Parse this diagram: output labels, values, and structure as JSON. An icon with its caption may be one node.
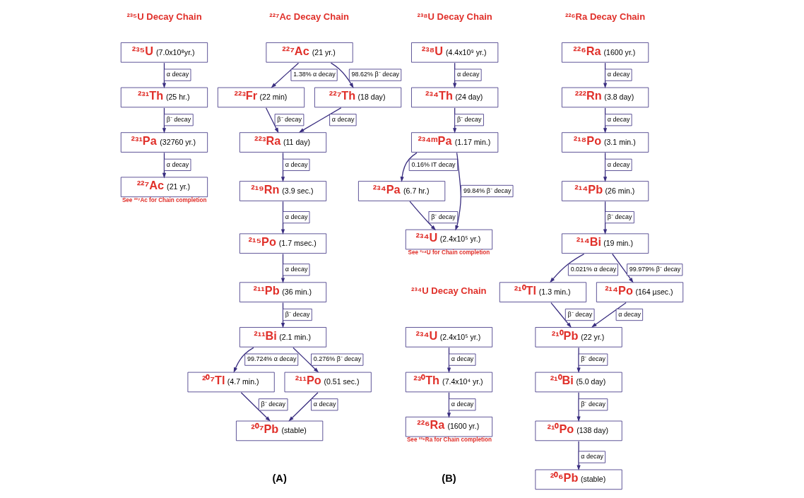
{
  "diagram": {
    "nodes": [
      {
        "text": [
          "²³⁵U",
          "(7.0x10⁸yr.)"
        ]
      },
      {
        "text": [
          "²³¹Th",
          "(25 hr.)"
        ]
      },
      {
        "text": [
          "²³¹Pa",
          "(32760 yr.)"
        ]
      },
      {
        "text": [
          "²²⁷Ac",
          "(21 yr.)"
        ],
        "beside": [
          "See ²²⁷Ac for Chain completion"
        ]
      },
      {
        "text": [
          "²²⁷Ac",
          "(21 yr.)"
        ]
      },
      {
        "text": [
          "²²³Fr",
          "(22 min)"
        ]
      },
      {
        "text": [
          "²²⁷Th",
          "(18 day)"
        ]
      },
      {
        "text": [
          "²²³Ra",
          "(11 day)"
        ]
      },
      {
        "text": [
          "²¹⁹Rn",
          "(3.9 sec.)"
        ]
      },
      {
        "text": [
          "²¹⁵Po",
          "(1.7 msec.)"
        ]
      },
      {
        "text": [
          "²¹¹Pb",
          "(36 min.)"
        ]
      },
      {
        "text": [
          "²¹¹Bi",
          "(2.1 min.)"
        ]
      },
      {
        "text": [
          "²⁰⁷Tl",
          "(4.7 min.)"
        ]
      },
      {
        "text": [
          "²¹¹Po",
          "(0.51 sec.)"
        ]
      },
      {
        "text": [
          "²⁰⁷Pb",
          "(stable)"
        ]
      },
      {
        "text": [
          "²³⁸U",
          "(4.4x10⁹ yr.)"
        ]
      },
      {
        "text": [
          "²³⁴Th",
          "(24 day)"
        ]
      },
      {
        "text": [
          "²³⁴ᵐPa",
          "(1.17 min.)"
        ]
      },
      {
        "text": [
          "²³⁴Pa",
          "(6.7 hr.)"
        ]
      },
      {
        "text": [
          "²³⁴U",
          "(2.4x10⁵ yr.)"
        ],
        "beside": [
          "See ²³⁴U for Chain completion"
        ]
      },
      {
        "text": [
          "²³⁴U",
          "(2.4x10⁵ yr.)"
        ]
      },
      {
        "text": [
          "²³⁰Th",
          "(7.4x10⁴ yr.)"
        ]
      },
      {
        "text": [
          "²²⁶Ra",
          "(1600 yr.)"
        ],
        "beside": [
          "See ²²⁶Ra for Chain completion"
        ]
      },
      {
        "text": [
          "²²⁶Ra",
          "(1600 yr.)"
        ]
      },
      {
        "text": [
          "²²²Rn",
          "(3.8 day)"
        ]
      },
      {
        "text": [
          "²¹⁸Po",
          "(3.1 min.)"
        ]
      },
      {
        "text": [
          "²¹⁴Pb",
          "(26 min.)"
        ]
      },
      {
        "text": [
          "²¹⁴Bi",
          "(19 min.)"
        ]
      },
      {
        "text": [
          "²¹⁰Tl",
          "(1.3 min.)"
        ]
      },
      {
        "text": [
          "²¹⁴Po",
          "(164 µsec.)"
        ]
      },
      {
        "text": [
          "²¹⁰Pb",
          "(22 yr.)"
        ]
      },
      {
        "text": [
          "²¹⁰Bi",
          "(5.0 day)"
        ]
      },
      {
        "text": [
          "²¹⁰Po",
          "(138 day)"
        ]
      },
      {
        "text": [
          "²⁰⁶Pb",
          "(stable)"
        ]
      }
    ],
    "edges": [
      {
        "from": 0,
        "to": 1,
        "arrow": "to",
        "label": "α decay"
      },
      {
        "from": 1,
        "to": 2,
        "arrow": "to",
        "label": "β⁻ decay"
      },
      {
        "from": 2,
        "to": 3,
        "arrow": "to",
        "label": "α decay"
      },
      {
        "from": 4,
        "to": 5,
        "arrow": "to",
        "label": "1.38% α decay"
      },
      {
        "from": 4,
        "to": 6,
        "arrow": "to",
        "label": "98.62% β⁻ decay"
      },
      {
        "from": 5,
        "to": 7,
        "arrow": "to",
        "label": "β⁻ decay"
      },
      {
        "from": 6,
        "to": 7,
        "arrow": "to",
        "label": "α decay"
      },
      {
        "from": 7,
        "to": 8,
        "arrow": "to",
        "label": "α decay"
      },
      {
        "from": 8,
        "to": 9,
        "arrow": "to",
        "label": "α decay"
      },
      {
        "from": 9,
        "to": 10,
        "arrow": "to",
        "label": "α decay"
      },
      {
        "from": 10,
        "to": 11,
        "arrow": "to",
        "label": "β⁻ decay"
      },
      {
        "from": 11,
        "to": 12,
        "arrow": "to",
        "label": "99.724% α decay"
      },
      {
        "from": 11,
        "to": 13,
        "arrow": "to",
        "label": "0.276% β⁻ decay"
      },
      {
        "from": 12,
        "to": 14,
        "arrow": "to",
        "label": "β⁻ decay"
      },
      {
        "from": 13,
        "to": 14,
        "arrow": "to",
        "label": "α decay"
      },
      {
        "from": 15,
        "to": 16,
        "arrow": "to",
        "label": "α decay"
      },
      {
        "from": 16,
        "to": 17,
        "arrow": "to",
        "label": "β⁻ decay"
      },
      {
        "from": 17,
        "to": 18,
        "arrow": "to",
        "label": "0.16% IT decay"
      },
      {
        "from": 17,
        "to": 19,
        "arrow": "to",
        "label": "99.84% β⁻ decay"
      },
      {
        "from": 18,
        "to": 19,
        "arrow": "to",
        "label": "β⁻ decay"
      },
      {
        "from": 20,
        "to": 21,
        "arrow": "to",
        "label": "α decay"
      },
      {
        "from": 21,
        "to": 22,
        "arrow": "to",
        "label": "α decay"
      },
      {
        "from": 23,
        "to": 24,
        "arrow": "to",
        "label": "α decay"
      },
      {
        "from": 24,
        "to": 25,
        "arrow": "to",
        "label": "α decay"
      },
      {
        "from": 25,
        "to": 26,
        "arrow": "to",
        "label": "α decay"
      },
      {
        "from": 26,
        "to": 27,
        "arrow": "to",
        "label": "β⁻ decay"
      },
      {
        "from": 27,
        "to": 28,
        "arrow": "to",
        "label": "0.021% α decay"
      },
      {
        "from": 27,
        "to": 29,
        "arrow": "to",
        "label": "99.979% β⁻ decay"
      },
      {
        "from": 28,
        "to": 30,
        "arrow": "to",
        "label": "β⁻ decay"
      },
      {
        "from": 29,
        "to": 30,
        "arrow": "to",
        "label": "α decay"
      },
      {
        "from": 30,
        "to": 31,
        "arrow": "to",
        "label": "β⁻ decay"
      },
      {
        "from": 31,
        "to": 32,
        "arrow": "to",
        "label": "β⁻ decay"
      },
      {
        "from": 32,
        "to": 33,
        "arrow": "to",
        "label": "α decay"
      }
    ],
    "labels": [
      "²³⁵U Decay Chain",
      "²²⁷Ac Decay Chain",
      "²³⁸U Decay Chain",
      "²²⁶Ra Decay Chain",
      "²³⁴U Decay Chain",
      "(A)",
      "(B)"
    ]
  }
}
